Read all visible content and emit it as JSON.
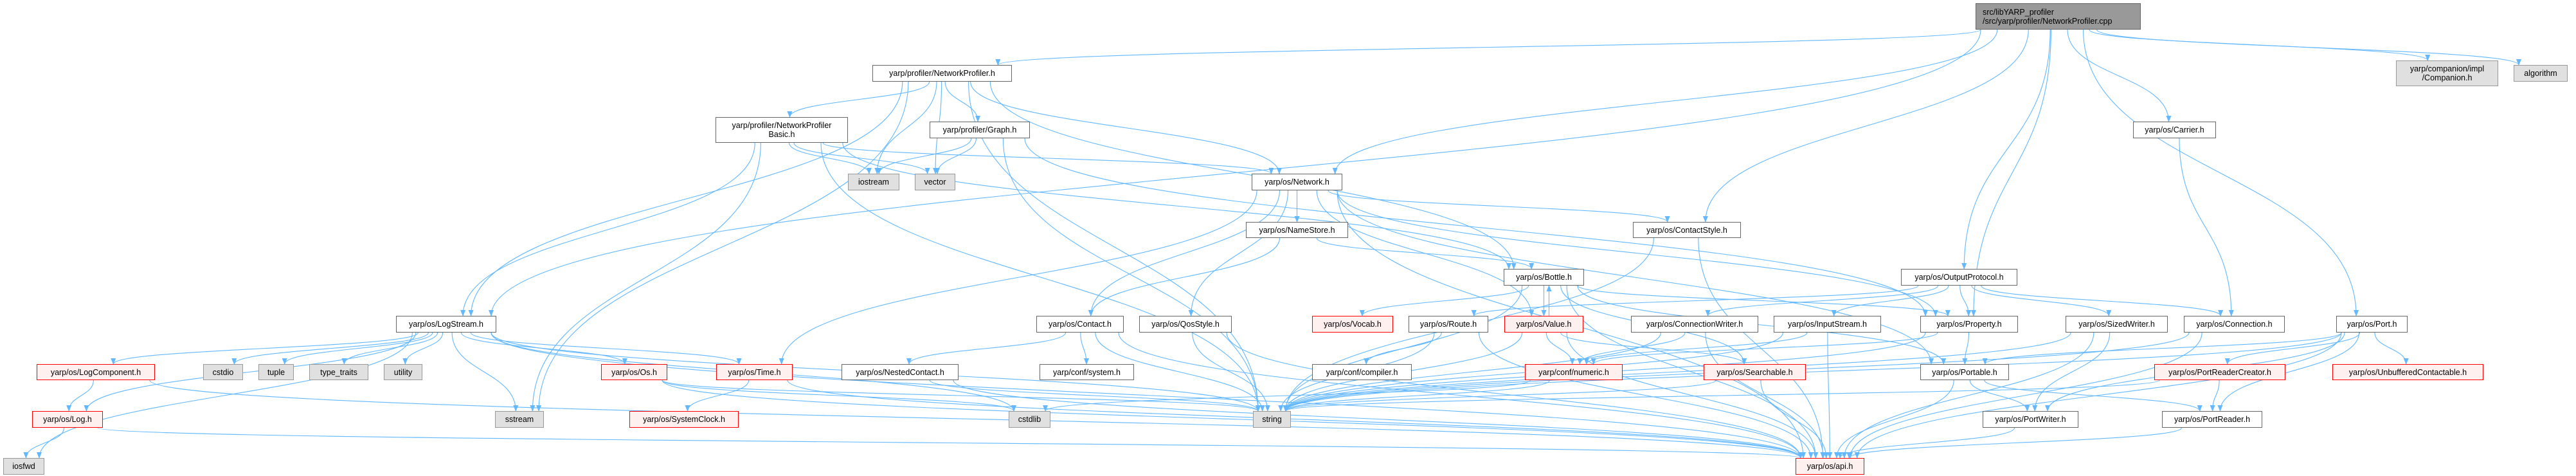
{
  "colors": {
    "edge": "#63b8ff",
    "node_border": "#666666",
    "red_border": "#ff0000",
    "red_fill": "#fff0f0",
    "sys_fill": "#e0e0e0",
    "main_fill": "#999999"
  },
  "nodes": [
    {
      "id": "main",
      "label": "src/libYARP_profiler\n/src/yarp/profiler/NetworkProfiler.cpp",
      "kind": "main"
    },
    {
      "id": "np",
      "label": "yarp/profiler/NetworkProfiler.h",
      "kind": "normal"
    },
    {
      "id": "npb",
      "label": "yarp/profiler/NetworkProfiler\nBasic.h",
      "kind": "normal"
    },
    {
      "id": "graph",
      "label": "yarp/profiler/Graph.h",
      "kind": "normal"
    },
    {
      "id": "iostream",
      "label": "iostream",
      "kind": "sys"
    },
    {
      "id": "vector",
      "label": "vector",
      "kind": "sys"
    },
    {
      "id": "network",
      "label": "yarp/os/Network.h",
      "kind": "normal"
    },
    {
      "id": "carrier",
      "label": "yarp/os/Carrier.h",
      "kind": "normal"
    },
    {
      "id": "companion",
      "label": "yarp/companion/impl\n/Companion.h",
      "kind": "sys"
    },
    {
      "id": "algorithm",
      "label": "algorithm",
      "kind": "sys"
    },
    {
      "id": "namestore",
      "label": "yarp/os/NameStore.h",
      "kind": "normal"
    },
    {
      "id": "contactstyle",
      "label": "yarp/os/ContactStyle.h",
      "kind": "normal"
    },
    {
      "id": "bottle",
      "label": "yarp/os/Bottle.h",
      "kind": "normal"
    },
    {
      "id": "outputprotocol",
      "label": "yarp/os/OutputProtocol.h",
      "kind": "normal"
    },
    {
      "id": "logstream",
      "label": "yarp/os/LogStream.h",
      "kind": "normal"
    },
    {
      "id": "contact",
      "label": "yarp/os/Contact.h",
      "kind": "normal"
    },
    {
      "id": "qosstyle",
      "label": "yarp/os/QosStyle.h",
      "kind": "normal"
    },
    {
      "id": "vocab",
      "label": "yarp/os/Vocab.h",
      "kind": "red"
    },
    {
      "id": "route",
      "label": "yarp/os/Route.h",
      "kind": "normal"
    },
    {
      "id": "value",
      "label": "yarp/os/Value.h",
      "kind": "red"
    },
    {
      "id": "connwriter",
      "label": "yarp/os/ConnectionWriter.h",
      "kind": "normal"
    },
    {
      "id": "inputstream",
      "label": "yarp/os/InputStream.h",
      "kind": "normal"
    },
    {
      "id": "property",
      "label": "yarp/os/Property.h",
      "kind": "normal"
    },
    {
      "id": "sizedwriter",
      "label": "yarp/os/SizedWriter.h",
      "kind": "normal"
    },
    {
      "id": "connection",
      "label": "yarp/os/Connection.h",
      "kind": "normal"
    },
    {
      "id": "port",
      "label": "yarp/os/Port.h",
      "kind": "normal"
    },
    {
      "id": "logcomponent",
      "label": "yarp/os/LogComponent.h",
      "kind": "red"
    },
    {
      "id": "cstdio",
      "label": "cstdio",
      "kind": "sys"
    },
    {
      "id": "tuple",
      "label": "tuple",
      "kind": "sys"
    },
    {
      "id": "typetraits",
      "label": "type_traits",
      "kind": "sys"
    },
    {
      "id": "utility",
      "label": "utility",
      "kind": "sys"
    },
    {
      "id": "os",
      "label": "yarp/os/Os.h",
      "kind": "red"
    },
    {
      "id": "time",
      "label": "yarp/os/Time.h",
      "kind": "red"
    },
    {
      "id": "nestedcontact",
      "label": "yarp/os/NestedContact.h",
      "kind": "normal"
    },
    {
      "id": "system",
      "label": "yarp/conf/system.h",
      "kind": "normal"
    },
    {
      "id": "compiler",
      "label": "yarp/conf/compiler.h",
      "kind": "normal"
    },
    {
      "id": "numeric",
      "label": "yarp/conf/numeric.h",
      "kind": "red"
    },
    {
      "id": "searchable",
      "label": "yarp/os/Searchable.h",
      "kind": "red"
    },
    {
      "id": "portable",
      "label": "yarp/os/Portable.h",
      "kind": "normal"
    },
    {
      "id": "portreadercreator",
      "label": "yarp/os/PortReaderCreator.h",
      "kind": "red"
    },
    {
      "id": "unbuffered",
      "label": "yarp/os/UnbufferedContactable.h",
      "kind": "red"
    },
    {
      "id": "log",
      "label": "yarp/os/Log.h",
      "kind": "red"
    },
    {
      "id": "sstream",
      "label": "sstream",
      "kind": "sys"
    },
    {
      "id": "systemclock",
      "label": "yarp/os/SystemClock.h",
      "kind": "red"
    },
    {
      "id": "cstdlib",
      "label": "cstdlib",
      "kind": "sys"
    },
    {
      "id": "string",
      "label": "string",
      "kind": "sys"
    },
    {
      "id": "portwriter",
      "label": "yarp/os/PortWriter.h",
      "kind": "normal"
    },
    {
      "id": "portreader",
      "label": "yarp/os/PortReader.h",
      "kind": "normal"
    },
    {
      "id": "iosfwd",
      "label": "iosfwd",
      "kind": "sys"
    },
    {
      "id": "api",
      "label": "yarp/os/api.h",
      "kind": "red"
    }
  ],
  "edges": [
    [
      "main",
      "np"
    ],
    [
      "main",
      "logstream"
    ],
    [
      "main",
      "network"
    ],
    [
      "main",
      "contactstyle"
    ],
    [
      "main",
      "outputprotocol"
    ],
    [
      "main",
      "carrier"
    ],
    [
      "main",
      "port"
    ],
    [
      "main",
      "companion"
    ],
    [
      "main",
      "algorithm"
    ],
    [
      "main",
      "property"
    ],
    [
      "np",
      "npb"
    ],
    [
      "np",
      "graph"
    ],
    [
      "np",
      "iostream"
    ],
    [
      "np",
      "vector"
    ],
    [
      "np",
      "network"
    ],
    [
      "np",
      "logstream"
    ],
    [
      "np",
      "sstream"
    ],
    [
      "np",
      "string"
    ],
    [
      "np",
      "bottle"
    ],
    [
      "npb",
      "iostream"
    ],
    [
      "npb",
      "vector"
    ],
    [
      "npb",
      "network"
    ],
    [
      "npb",
      "logstream"
    ],
    [
      "npb",
      "sstream"
    ],
    [
      "npb",
      "string"
    ],
    [
      "npb",
      "bottle"
    ],
    [
      "graph",
      "iostream"
    ],
    [
      "graph",
      "vector"
    ],
    [
      "graph",
      "string"
    ],
    [
      "graph",
      "property"
    ],
    [
      "network",
      "namestore"
    ],
    [
      "network",
      "contactstyle"
    ],
    [
      "network",
      "contact"
    ],
    [
      "network",
      "qosstyle"
    ],
    [
      "network",
      "time"
    ],
    [
      "network",
      "value"
    ],
    [
      "network",
      "property"
    ],
    [
      "network",
      "portable"
    ],
    [
      "network",
      "api"
    ],
    [
      "namestore",
      "contact"
    ],
    [
      "namestore",
      "bottle"
    ],
    [
      "contactstyle",
      "string"
    ],
    [
      "contactstyle",
      "api"
    ],
    [
      "bottle",
      "vocab"
    ],
    [
      "bottle",
      "value"
    ],
    [
      "bottle",
      "searchable"
    ],
    [
      "bottle",
      "property"
    ],
    [
      "bottle",
      "portable"
    ],
    [
      "bottle",
      "string"
    ],
    [
      "bottle",
      "api"
    ],
    [
      "value",
      "bottle"
    ],
    [
      "value",
      "numeric"
    ],
    [
      "value",
      "searchable"
    ],
    [
      "value",
      "string"
    ],
    [
      "value",
      "api"
    ],
    [
      "route",
      "compiler"
    ],
    [
      "route",
      "string"
    ],
    [
      "route",
      "api"
    ],
    [
      "contact",
      "nestedcontact"
    ],
    [
      "contact",
      "system"
    ],
    [
      "contact",
      "string"
    ],
    [
      "contact",
      "api"
    ],
    [
      "qosstyle",
      "string"
    ],
    [
      "qosstyle",
      "api"
    ],
    [
      "nestedcontact",
      "string"
    ],
    [
      "nestedcontact",
      "api"
    ],
    [
      "time",
      "systemclock"
    ],
    [
      "time",
      "api"
    ],
    [
      "outputprotocol",
      "connwriter"
    ],
    [
      "outputprotocol",
      "inputstream"
    ],
    [
      "outputprotocol",
      "property"
    ],
    [
      "outputprotocol",
      "sizedwriter"
    ],
    [
      "outputprotocol",
      "connection"
    ],
    [
      "outputprotocol",
      "route"
    ],
    [
      "connwriter",
      "numeric"
    ],
    [
      "connwriter",
      "string"
    ],
    [
      "connwriter",
      "api"
    ],
    [
      "inputstream",
      "numeric"
    ],
    [
      "inputstream",
      "string"
    ],
    [
      "inputstream",
      "api"
    ],
    [
      "property",
      "portable"
    ],
    [
      "property",
      "numeric"
    ],
    [
      "property",
      "string"
    ],
    [
      "sizedwriter",
      "portwriter"
    ],
    [
      "sizedwriter",
      "string"
    ],
    [
      "sizedwriter",
      "api"
    ],
    [
      "connection",
      "string"
    ],
    [
      "connection",
      "api"
    ],
    [
      "carrier",
      "connection"
    ],
    [
      "port",
      "portable"
    ],
    [
      "port",
      "portreadercreator"
    ],
    [
      "port",
      "unbuffered"
    ],
    [
      "port",
      "portwriter"
    ],
    [
      "port",
      "portreader"
    ],
    [
      "port",
      "api"
    ],
    [
      "port",
      "string"
    ],
    [
      "portreadercreator",
      "portreader"
    ],
    [
      "portreadercreator",
      "string"
    ],
    [
      "portable",
      "portwriter"
    ],
    [
      "portable",
      "portreader"
    ],
    [
      "portable",
      "api"
    ],
    [
      "portwriter",
      "api"
    ],
    [
      "portreader",
      "api"
    ],
    [
      "logstream",
      "logcomponent"
    ],
    [
      "logstream",
      "cstdio"
    ],
    [
      "logstream",
      "tuple"
    ],
    [
      "logstream",
      "typetraits"
    ],
    [
      "logstream",
      "utility"
    ],
    [
      "logstream",
      "sstream"
    ],
    [
      "logstream",
      "os"
    ],
    [
      "logstream",
      "time"
    ],
    [
      "logstream",
      "string"
    ],
    [
      "logstream",
      "api"
    ],
    [
      "logstream",
      "cstdlib"
    ],
    [
      "logstream",
      "log"
    ],
    [
      "logstream",
      "iosfwd"
    ],
    [
      "logcomponent",
      "log"
    ],
    [
      "logcomponent",
      "api"
    ],
    [
      "log",
      "iosfwd"
    ],
    [
      "log",
      "api"
    ],
    [
      "os",
      "string"
    ],
    [
      "os",
      "api"
    ],
    [
      "os",
      "cstdlib"
    ],
    [
      "numeric",
      "cstdlib"
    ],
    [
      "numeric",
      "string"
    ],
    [
      "searchable",
      "api"
    ],
    [
      "searchable",
      "string"
    ]
  ]
}
